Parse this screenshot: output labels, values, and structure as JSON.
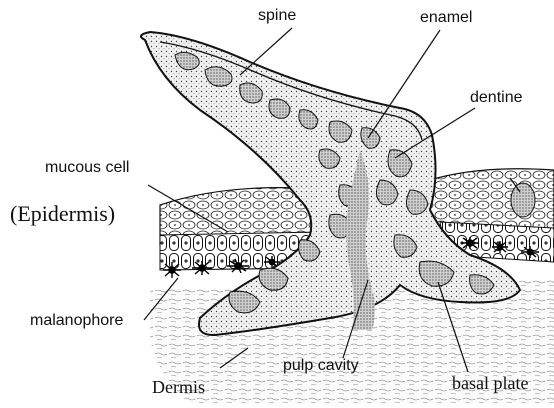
{
  "labels": {
    "spine": "spine",
    "enamel": "enamel",
    "dentine": "dentine",
    "mucous_cell": "mucous cell",
    "epidermis": "(Epidermis)",
    "malanophore": "malanophore",
    "dermis": "Dermis",
    "pulp_cavity": "pulp cavity",
    "basal_plate": "basal plate"
  },
  "colors": {
    "ink": "#111111",
    "stipple_fill": "#e6e6e6",
    "dentine_fill": "#bdbdbd",
    "background": "#ffffff"
  }
}
